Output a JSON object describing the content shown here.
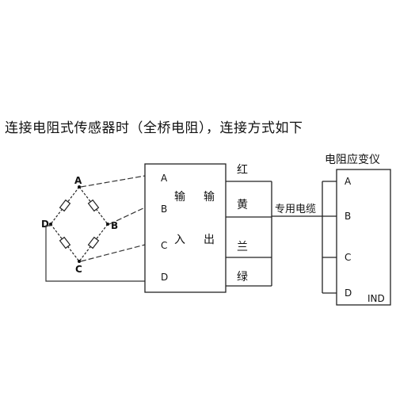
{
  "heading": "连接电阻式传感器时（全桥电阻），连接方式如下",
  "bridge": {
    "nodes": [
      "A",
      "B",
      "C",
      "D"
    ]
  },
  "io_box": {
    "pins": [
      "A",
      "B",
      "C",
      "D"
    ],
    "input_chars": [
      "输",
      "入"
    ],
    "output_chars": [
      "输",
      "出"
    ]
  },
  "wires": [
    "红",
    "黄",
    "兰",
    "绿"
  ],
  "cable_label": "专用电缆",
  "instrument": {
    "title": "电阻应变仪",
    "pins": [
      "A",
      "B",
      "C",
      "D"
    ],
    "tag": "IND"
  }
}
